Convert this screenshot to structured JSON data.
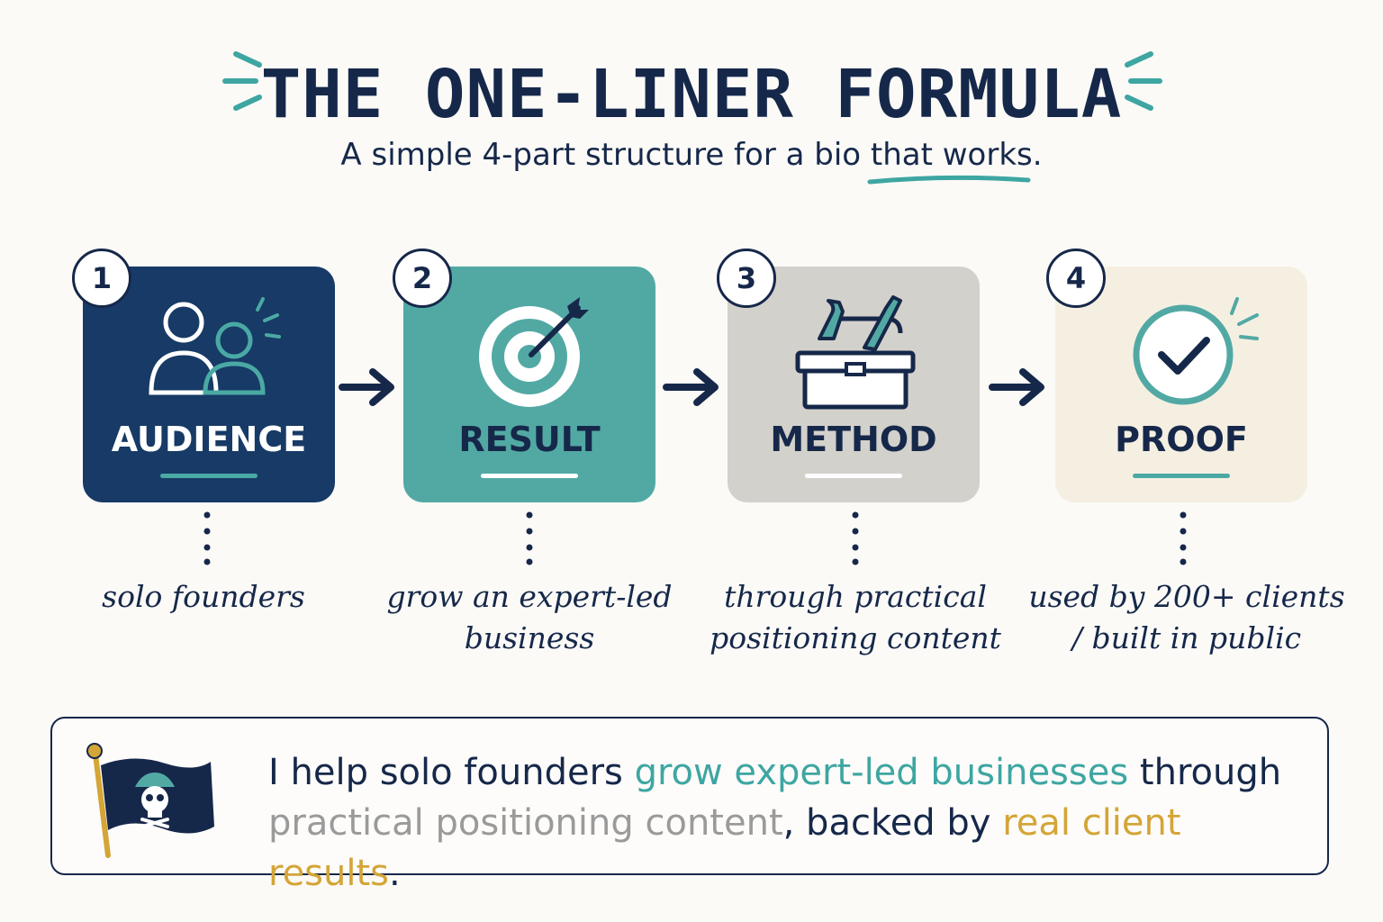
{
  "header": {
    "title": "THE ONE-LINER FORMULA",
    "subtitle": "A simple 4-part structure for a bio that works."
  },
  "steps": [
    {
      "number": "1",
      "label": "AUDIENCE",
      "caption": "solo founders",
      "icon": "people-icon",
      "bg": "#173a66",
      "label_color": "#ffffff",
      "underline": "#4aa9a4"
    },
    {
      "number": "2",
      "label": "RESULT",
      "caption": "grow an expert-led business",
      "icon": "target-icon",
      "bg": "#52a9a4",
      "label_color": "#16284a",
      "underline": "#ffffff"
    },
    {
      "number": "3",
      "label": "METHOD",
      "caption": "through practical positioning content",
      "icon": "toolbox-icon",
      "bg": "#d3d1cb",
      "label_color": "#16284a",
      "underline": "#ffffff"
    },
    {
      "number": "4",
      "label": "PROOF",
      "caption": "used by 200+ clients / built in public",
      "icon": "check-circle-icon",
      "bg": "#f5efe2",
      "label_color": "#16284a",
      "underline": "#4aa9a4"
    }
  ],
  "summary": {
    "icon": "pirate-flag-icon",
    "part1": "I help solo founders ",
    "part2": "grow expert-led businesses",
    "part3": " through ",
    "part4": "practical positioning content",
    "part5": ", backed by ",
    "part6": "real client results",
    "part7": "."
  },
  "colors": {
    "navy": "#16284a",
    "teal": "#3ea6a2",
    "gray": "#9a9a9a",
    "gold": "#d4a537"
  }
}
